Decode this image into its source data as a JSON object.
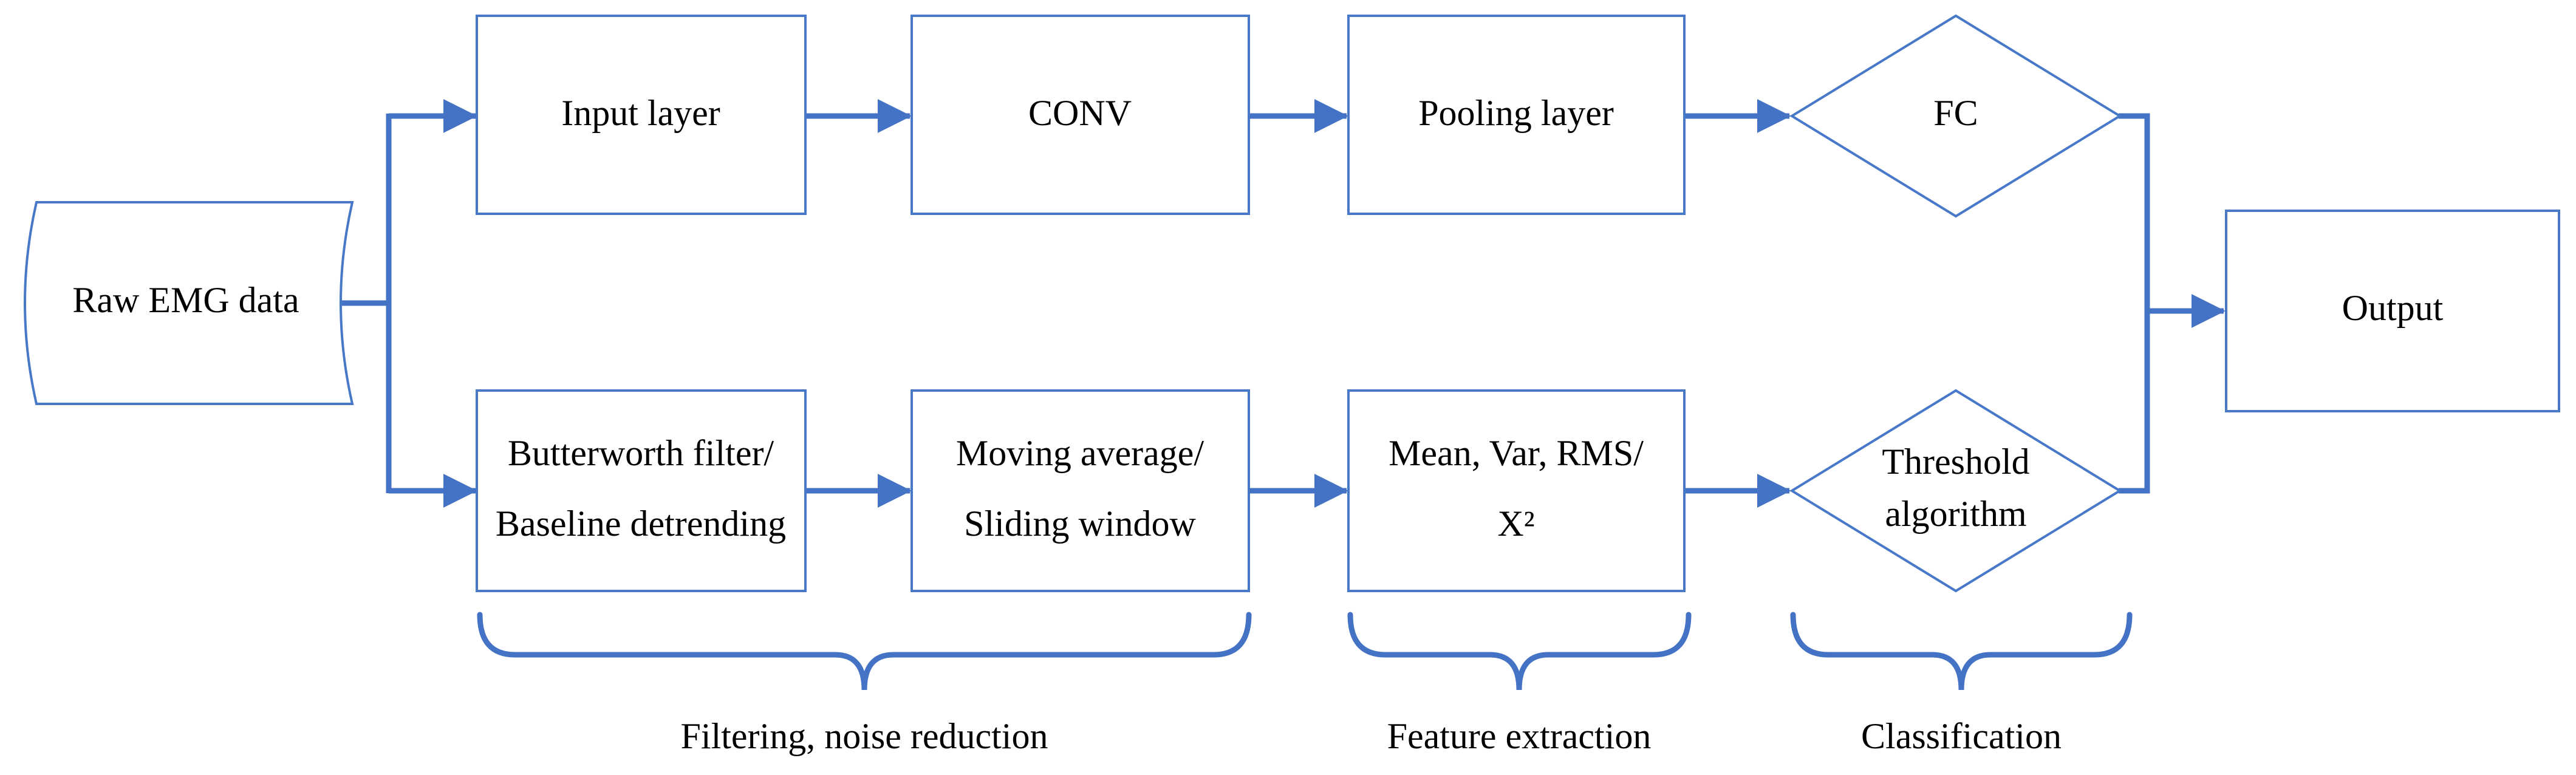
{
  "nodes": {
    "raw_emg": {
      "label": "Raw EMG data"
    },
    "input_layer": {
      "label": "Input layer"
    },
    "conv": {
      "label": "CONV"
    },
    "pooling": {
      "label": "Pooling layer"
    },
    "fc": {
      "label": "FC"
    },
    "output": {
      "label": "Output"
    },
    "butterworth": {
      "line1": "Butterworth filter/",
      "line2": "Baseline detrending"
    },
    "moving_average": {
      "line1": "Moving average/",
      "line2": "Sliding window"
    },
    "features": {
      "line1": "Mean, Var, RMS/",
      "line2": "X²"
    },
    "threshold": {
      "line1": "Threshold",
      "line2": "algorithm"
    }
  },
  "group_labels": {
    "filtering": "Filtering, noise reduction",
    "feature_extraction": "Feature extraction",
    "classification": "Classification"
  },
  "colors": {
    "connector_blue": "#4472C4",
    "shape_border_blue": "#4878C8",
    "text_black": "#000000",
    "background": "#FFFFFF"
  }
}
